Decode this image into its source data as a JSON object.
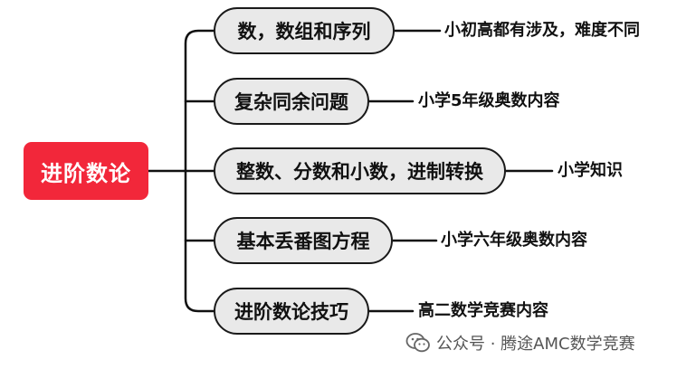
{
  "root": {
    "label": "进阶数论"
  },
  "branches": [
    {
      "topic": "数，数组和序列",
      "note": "小初高都有涉及，难度不同"
    },
    {
      "topic": "复杂同余问题",
      "note": "小学5年级奥数内容"
    },
    {
      "topic": "整数、分数和小数，进制转换",
      "note": "小学知识"
    },
    {
      "topic": "基本丢番图方程",
      "note": "小学六年级奥数内容"
    },
    {
      "topic": "进阶数论技巧",
      "note": "高二数学竞赛内容"
    }
  ],
  "watermark": {
    "text": "公众号 · 腾途AMC数学竞赛",
    "icon": "wechat-icon"
  },
  "colors": {
    "root": "#f2273a",
    "topic_fill": "#e9e9e9",
    "line": "#111111"
  }
}
